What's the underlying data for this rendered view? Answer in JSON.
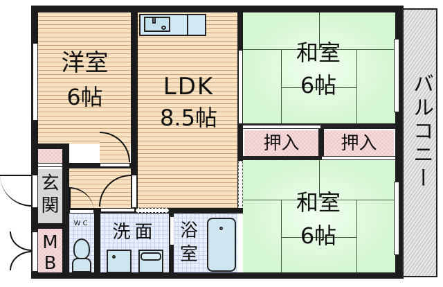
{
  "floor_plan": {
    "rooms": {
      "western_room": {
        "name": "洋室",
        "size": "6帖"
      },
      "ldk": {
        "name": "LDK",
        "size": "8.5帖"
      },
      "japanese_room_top": {
        "name": "和室",
        "size": "6帖"
      },
      "japanese_room_bottom": {
        "name": "和室",
        "size": "6帖"
      },
      "closet_left": {
        "name": "押入"
      },
      "closet_right": {
        "name": "押入"
      },
      "entrance_line1": "玄",
      "entrance_line2": "関",
      "mb_line1": "M",
      "mb_line2": "B",
      "wc": "WC",
      "washroom": "洗面",
      "bathroom_line1": "浴",
      "bathroom_line2": "室",
      "balcony": "バルコニー"
    },
    "colors": {
      "wall": "#1c1c1c",
      "wood_floor": "#f8dfba",
      "tatami": "#d9f8d6",
      "closet": "#f6dcdc",
      "wet_area": "#e8eefa",
      "entrance": "#d7d7d7",
      "balcony": "#dcdcdc"
    }
  }
}
